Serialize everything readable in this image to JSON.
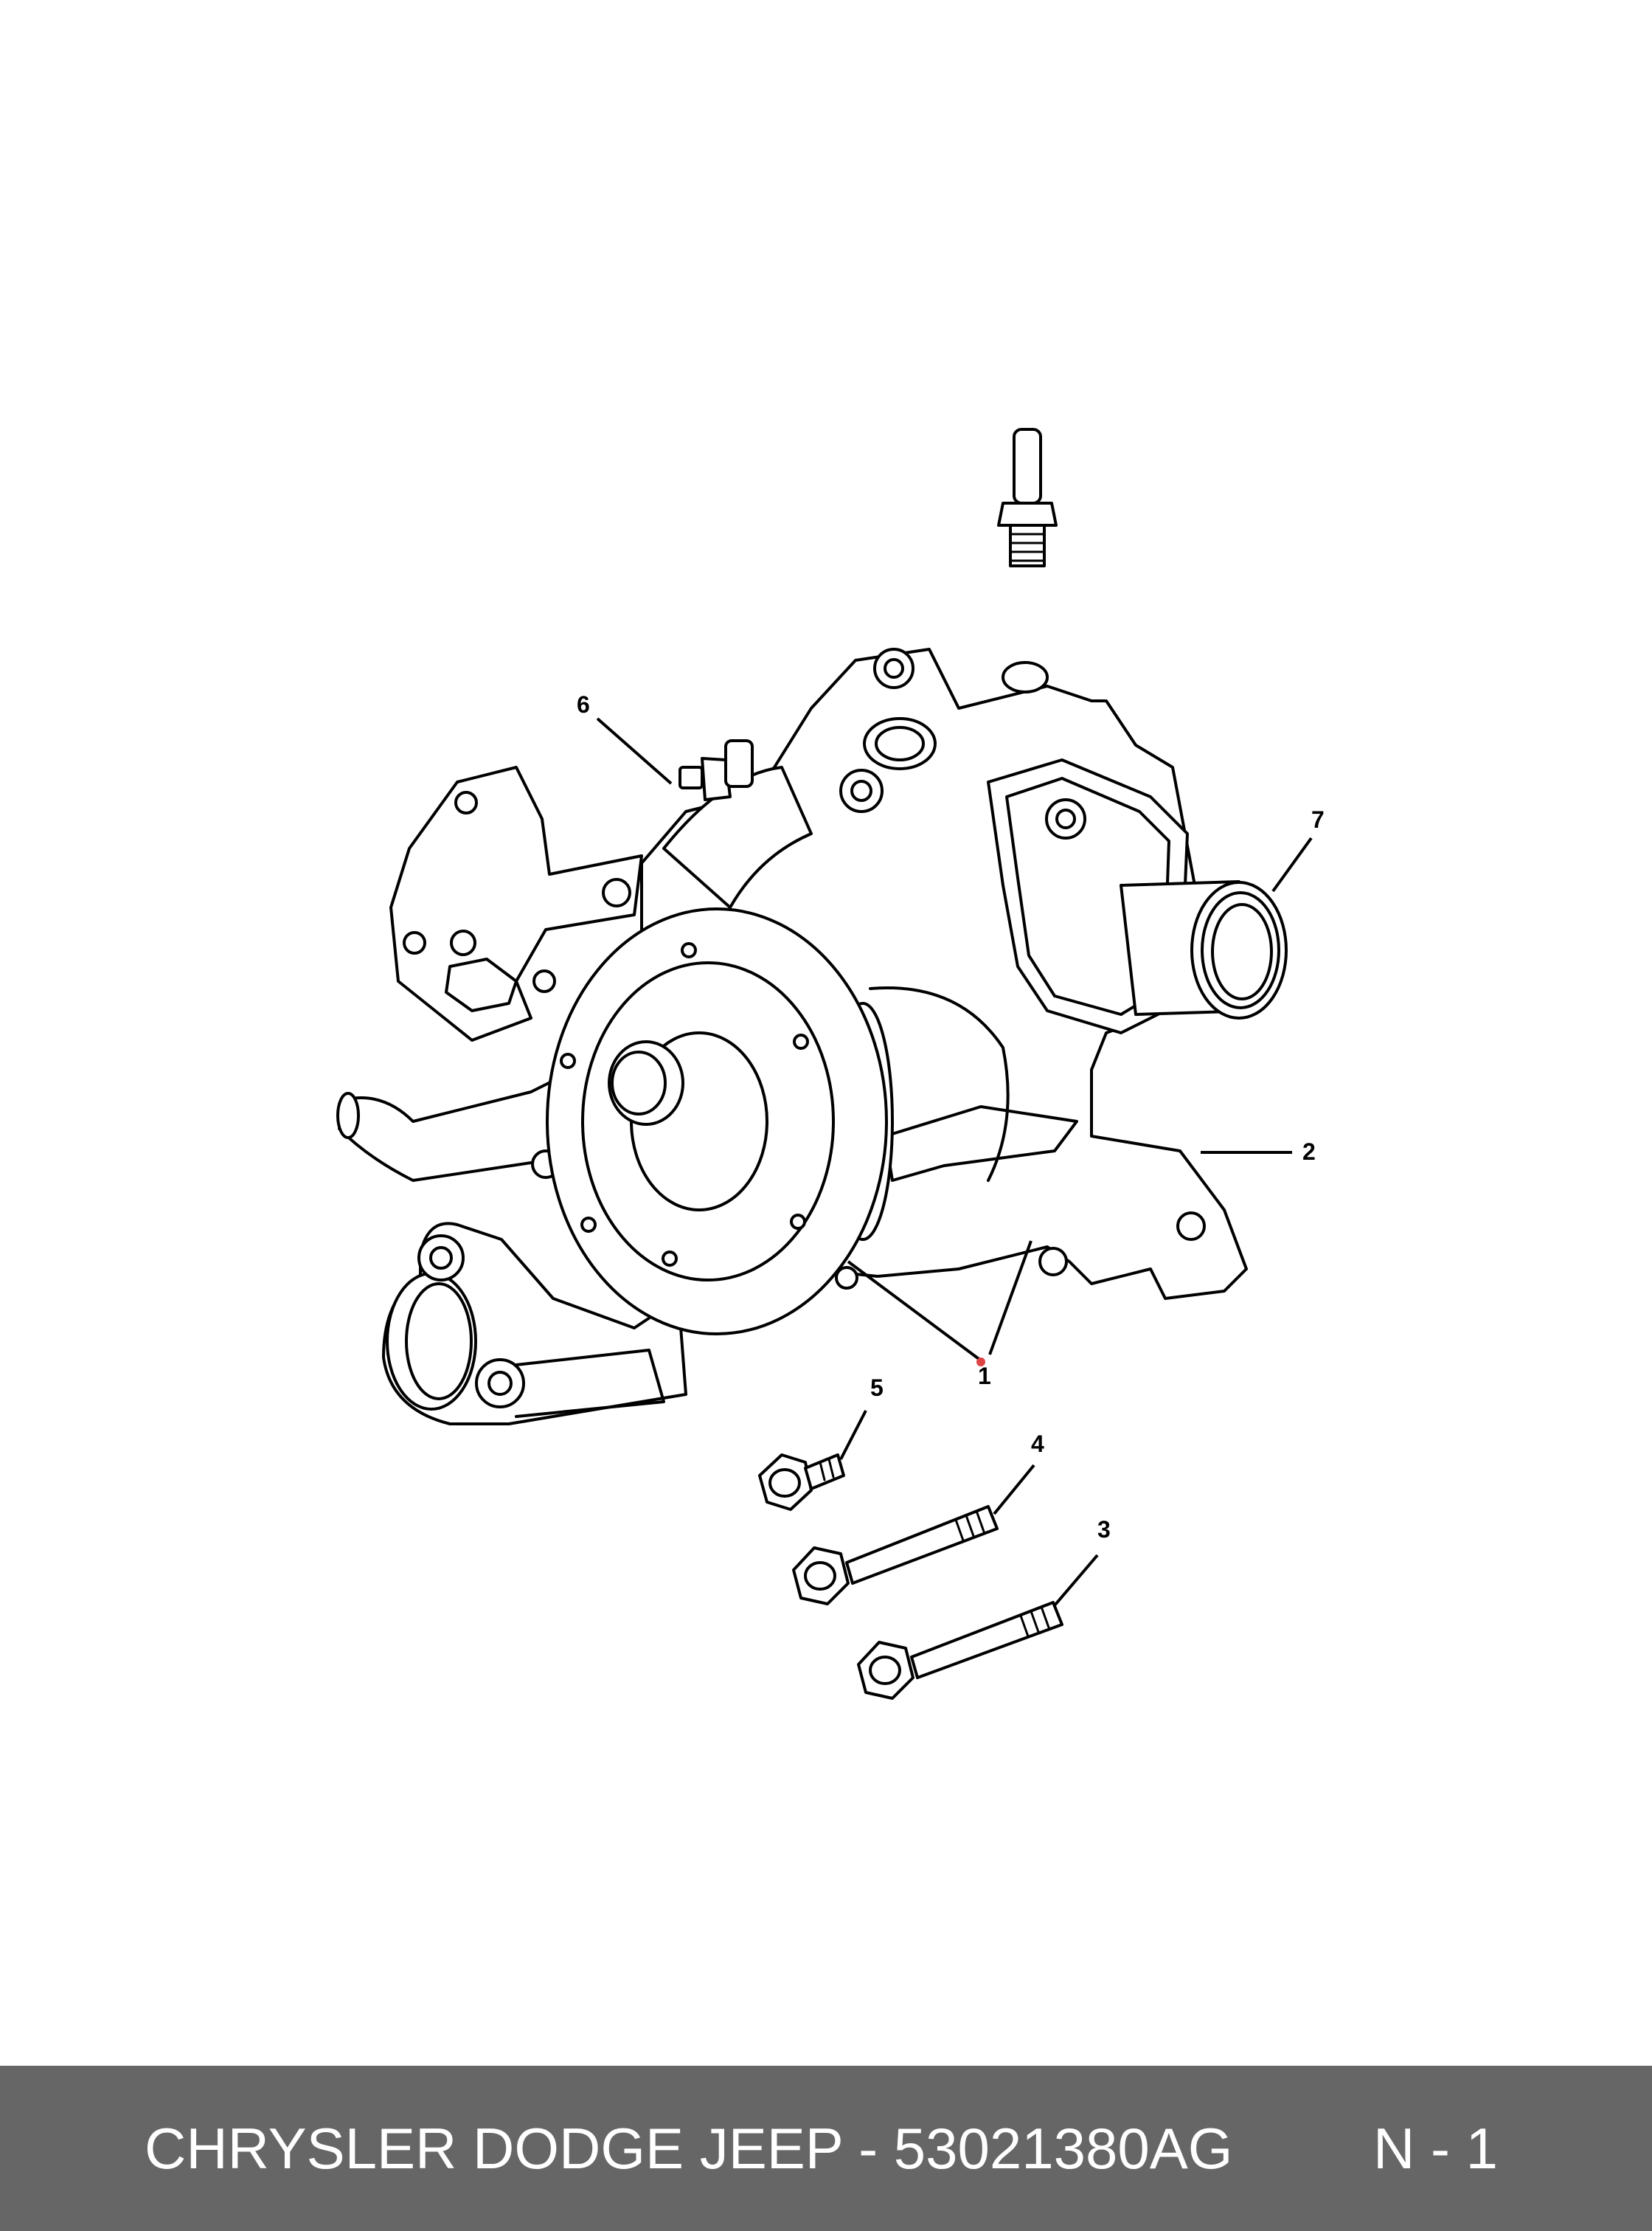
{
  "diagram": {
    "callouts": [
      {
        "id": "1",
        "label": "1"
      },
      {
        "id": "2",
        "label": "2"
      },
      {
        "id": "3",
        "label": "3"
      },
      {
        "id": "4",
        "label": "4"
      },
      {
        "id": "5",
        "label": "5"
      },
      {
        "id": "6",
        "label": "6"
      },
      {
        "id": "7",
        "label": "7"
      }
    ]
  },
  "footer": {
    "title": "CHRYSLER DODGE JEEP - 53021380AG",
    "ref": "N - 1",
    "background": "#666666",
    "text_color": "#ffffff"
  }
}
